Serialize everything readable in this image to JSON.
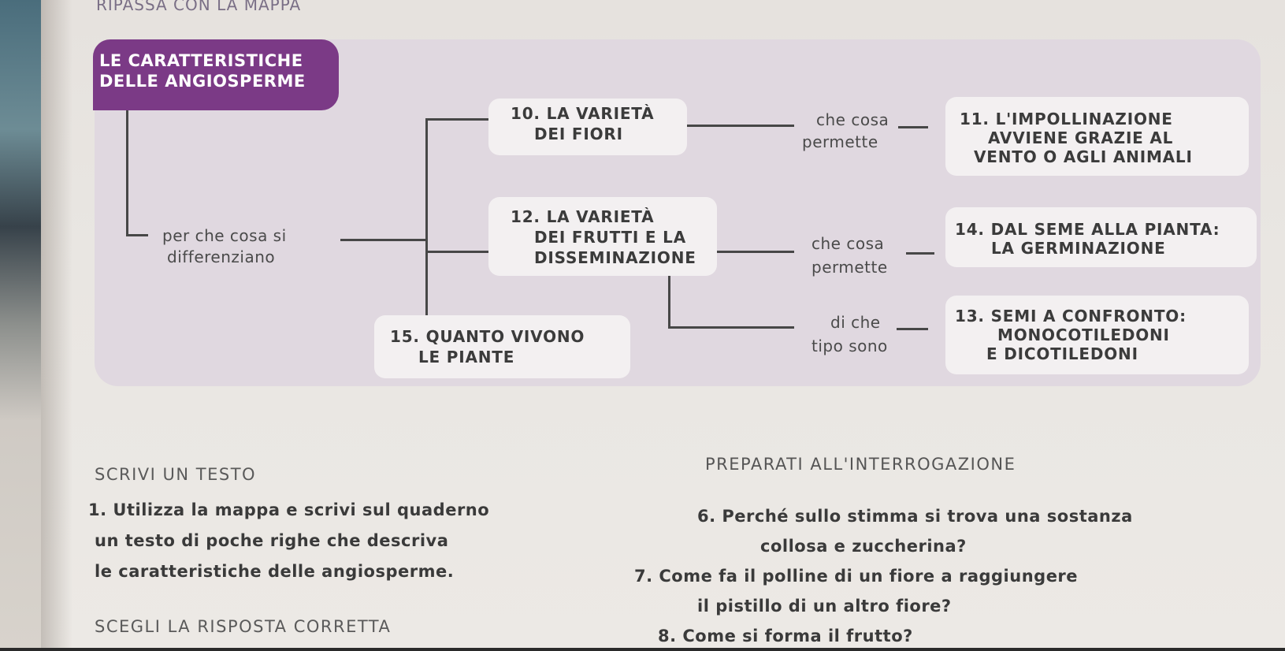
{
  "page_header": "RIPASSA CON LA MAPPA",
  "map": {
    "title_line1": "LE CARATTERISTICHE",
    "title_line2": "DELLE ANGIOSPERME",
    "branch_label_line1": "per che cosa si",
    "branch_label_line2": "differenziano",
    "node10": {
      "line1": "10. LA VARIETÀ",
      "line2": "DEI FIORI"
    },
    "node12": {
      "line1": "12. LA VARIETÀ",
      "line2": "DEI FRUTTI E LA",
      "line3": "DISSEMINAZIONE"
    },
    "node15": {
      "line1": "15. QUANTO VIVONO",
      "line2": "LE PIANTE"
    },
    "connector1": {
      "line1": "che cosa",
      "line2": "permette"
    },
    "connector2": {
      "line1": "che cosa",
      "line2": "permette"
    },
    "connector3": {
      "line1": "di che",
      "line2": "tipo sono"
    },
    "node11": {
      "line1": "11. L'IMPOLLINAZIONE",
      "line2": "AVVIENE GRAZIE AL",
      "line3": "VENTO O AGLI ANIMALI"
    },
    "node14": {
      "line1": "14. DAL SEME ALLA PIANTA:",
      "line2": "LA GERMINAZIONE"
    },
    "node13": {
      "line1": "13. SEMI A CONFRONTO:",
      "line2": "MONOCOTILEDONI",
      "line3": "E DICOTILEDONI"
    }
  },
  "scrivi": {
    "heading": "SCRIVI UN TESTO",
    "item_number": "1.",
    "line1": "Utilizza la mappa e scrivi sul quaderno",
    "line2": "un testo di poche righe che descriva",
    "line3": "le caratteristiche delle angiosperme."
  },
  "scegli": {
    "heading": "SCEGLI LA RISPOSTA CORRETTA"
  },
  "interrogazione": {
    "heading": "PREPARATI ALL'INTERROGAZIONE",
    "q6_line1": "6. Perché sullo stimma si trova una sostanza",
    "q6_line2": "collosa e zuccherina?",
    "q7_line1": "7. Come fa il polline di un fiore a raggiungere",
    "q7_line2": "il pistillo di un altro fiore?",
    "q8_line1": "8. Come si forma il frutto?"
  }
}
